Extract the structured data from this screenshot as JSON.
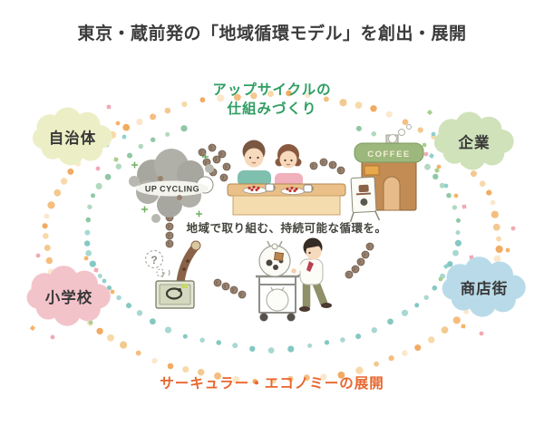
{
  "title": "東京・蔵前発の「地域循環モデル」を創出・展開",
  "diagram": {
    "top_label_line1": "アップサイクルの",
    "top_label_line2": "仕組みづくり",
    "center_caption": "地域で取り組む、持続可能な循環を。",
    "bottom_label": "サーキュラー・エコノミーの展開",
    "upcycling_cloud_text": "UP CYCLING",
    "coffee_shop_sign_text": "COFFEE",
    "bin_question_mark": "?"
  },
  "stakeholders": [
    {
      "id": "jichitai",
      "label": "自治体",
      "color": "#ecefc5"
    },
    {
      "id": "kigyo",
      "label": "企業",
      "color": "#cfe2ba"
    },
    {
      "id": "shogakko",
      "label": "小学校",
      "color": "#f3c3ca"
    },
    {
      "id": "shotengai",
      "label": "商店街",
      "color": "#b9dbe9"
    }
  ],
  "colors": {
    "title_text": "#3b3b3b",
    "top_label_text": "#2f9e63",
    "bottom_label_text": "#e8662e",
    "caption_text": "#45453e",
    "outer_ring_palette": [
      "#f8d9a8",
      "#f2ab62",
      "#fbe8cc",
      "#f5bd7e",
      "#f3c98f"
    ],
    "inner_ring_top": "#8fc8a4",
    "inner_ring_bottom": "#84c8c2",
    "bean": "#97816f",
    "confetti_palette": [
      "#f2a9b4",
      "#8fd0cc",
      "#f5b46a",
      "#a8cf8e"
    ]
  }
}
